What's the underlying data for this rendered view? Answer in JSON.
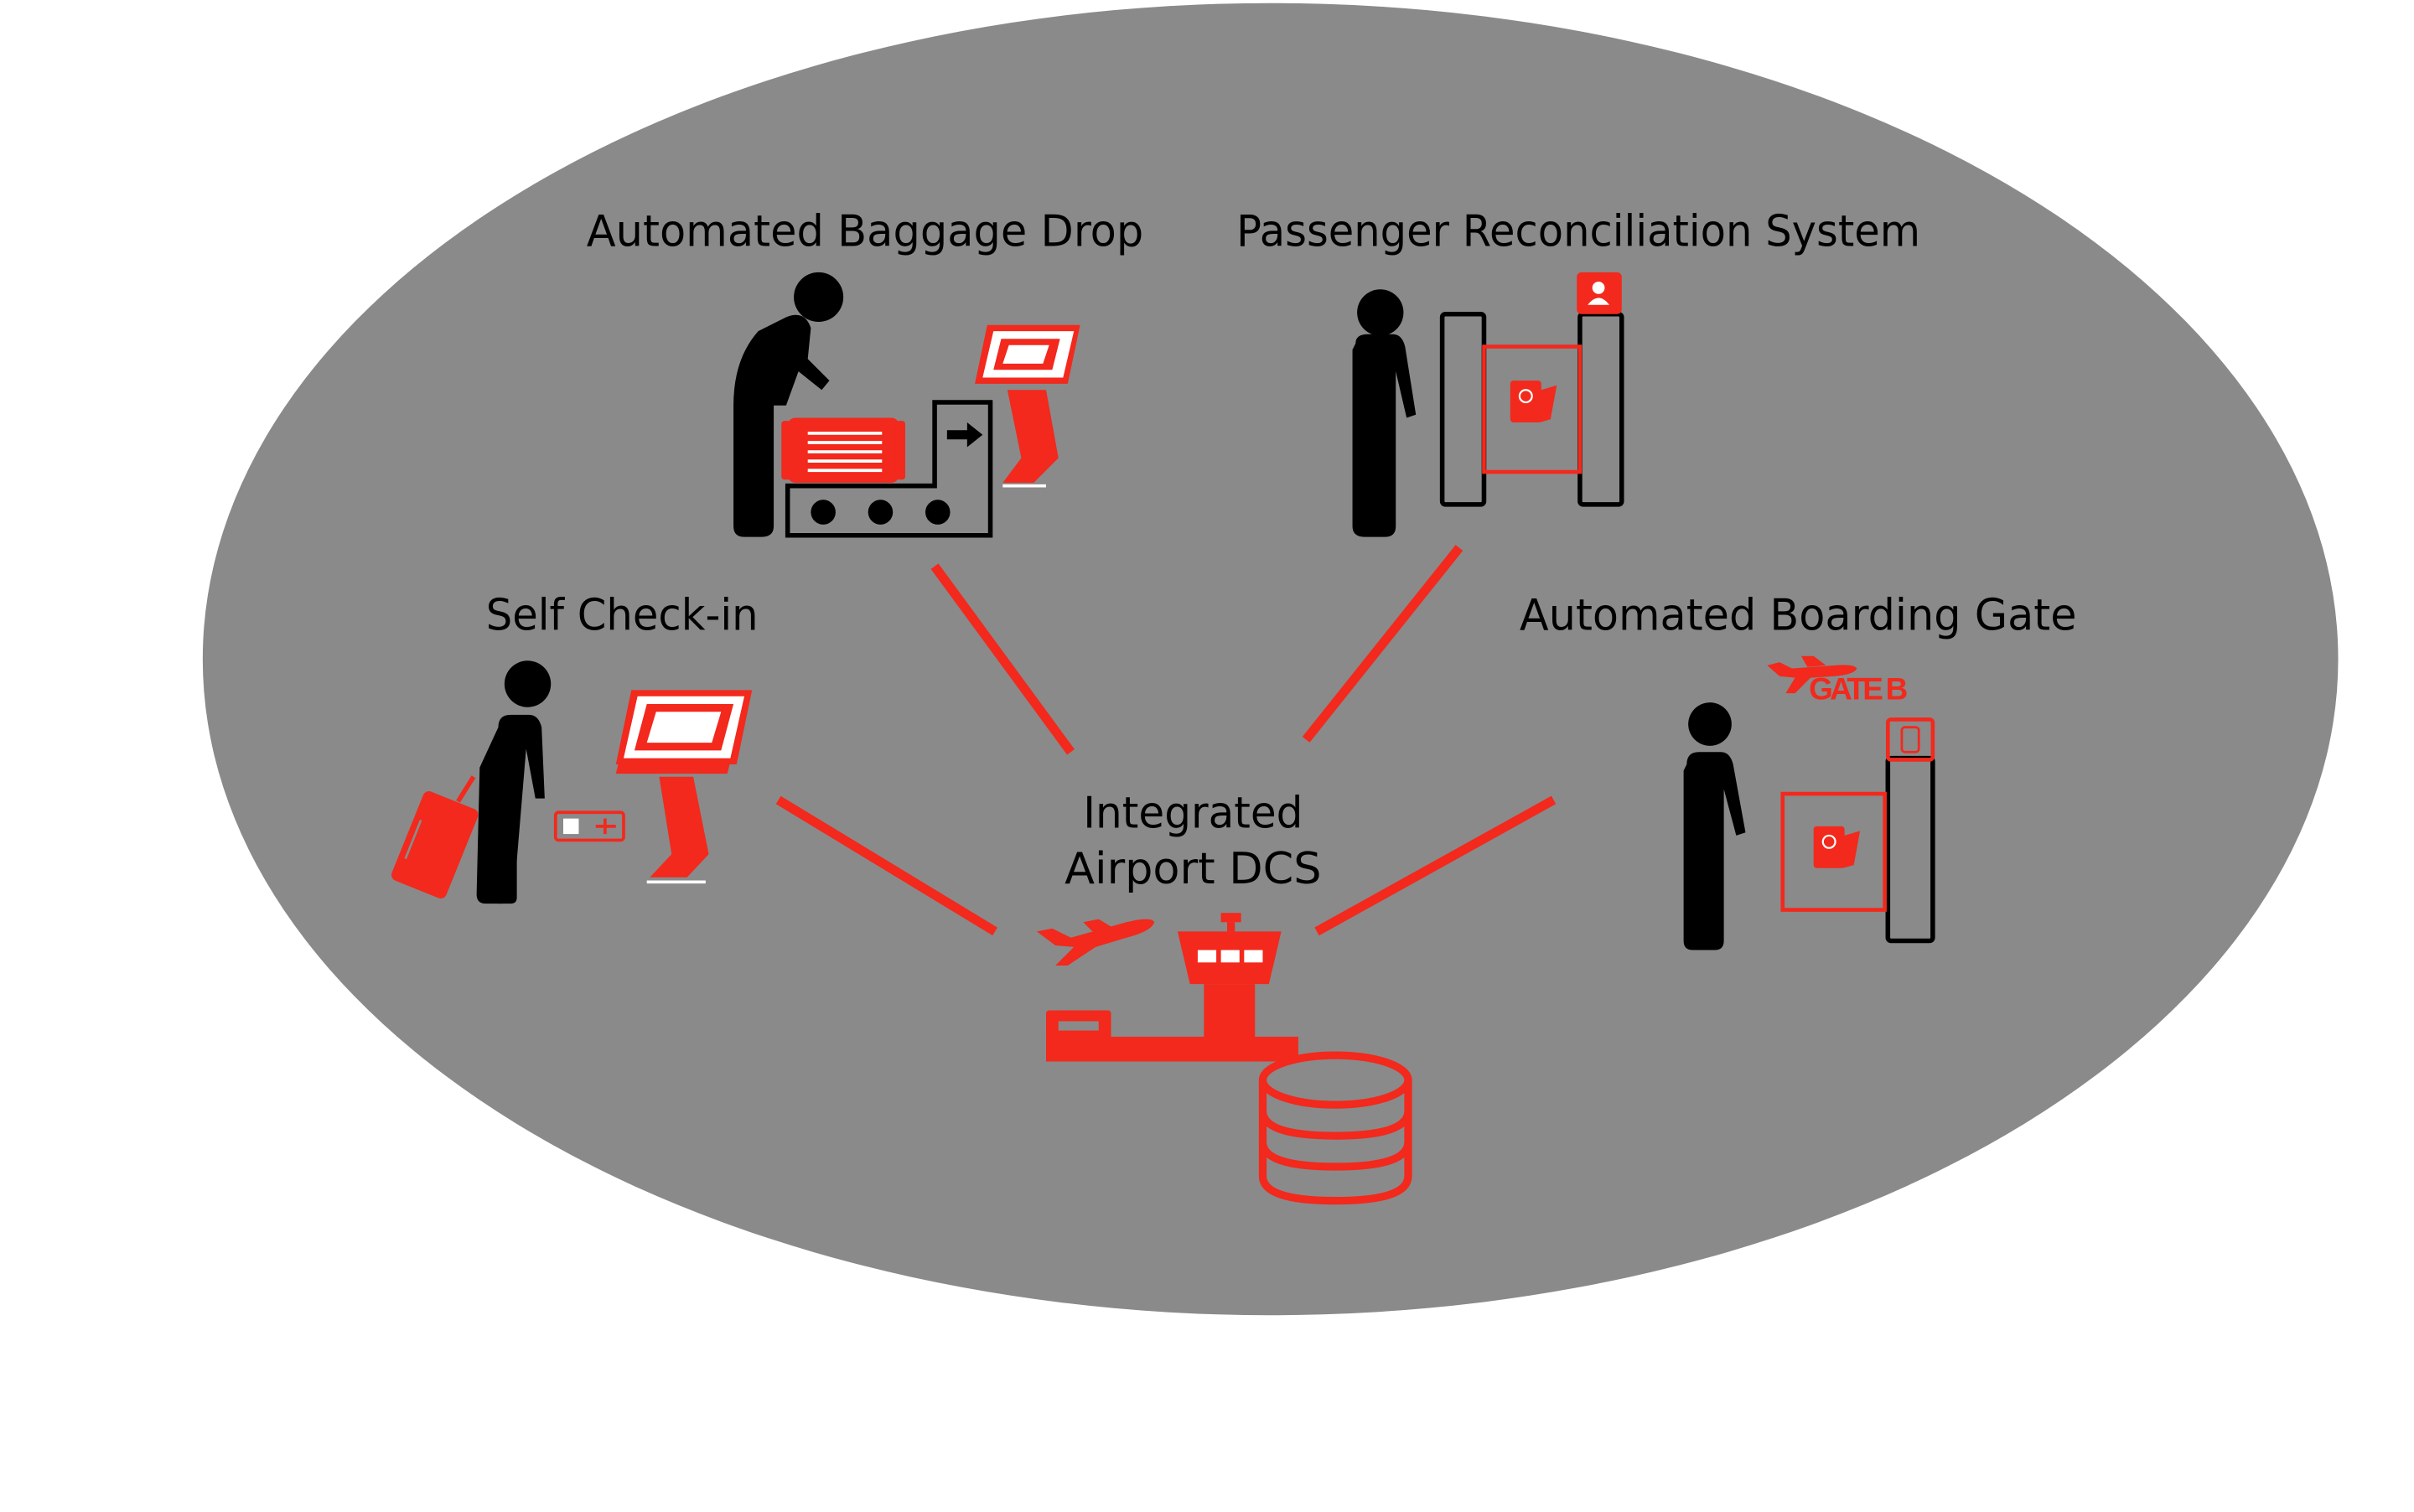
{
  "colors": {
    "accent": "#f2291c",
    "ink": "#000000",
    "ellipse": "#8a8a8a",
    "background": "#ffffff"
  },
  "nodes": {
    "baggage_drop": {
      "label": "Automated Baggage Drop",
      "icons": [
        "person-icon",
        "suitcase-icon",
        "conveyor-belt-icon",
        "kiosk-icon"
      ]
    },
    "reconciliation": {
      "label": "Passenger Reconciliation System",
      "icons": [
        "person-icon",
        "security-gate-icon",
        "passport-icon",
        "user-badge-icon"
      ]
    },
    "self_checkin": {
      "label": "Self Check-in",
      "icons": [
        "person-icon",
        "rolling-suitcase-icon",
        "boarding-pass-icon",
        "kiosk-icon"
      ]
    },
    "boarding_gate": {
      "label": "Automated Boarding Gate",
      "gate_sign": "GATE B",
      "icons": [
        "airplane-icon",
        "person-icon",
        "boarding-gate-icon",
        "passport-icon"
      ]
    },
    "dcs": {
      "label_line1": "Integrated",
      "label_line2": "Airport DCS",
      "icons": [
        "airplane-icon",
        "control-tower-icon",
        "database-icon"
      ]
    }
  }
}
